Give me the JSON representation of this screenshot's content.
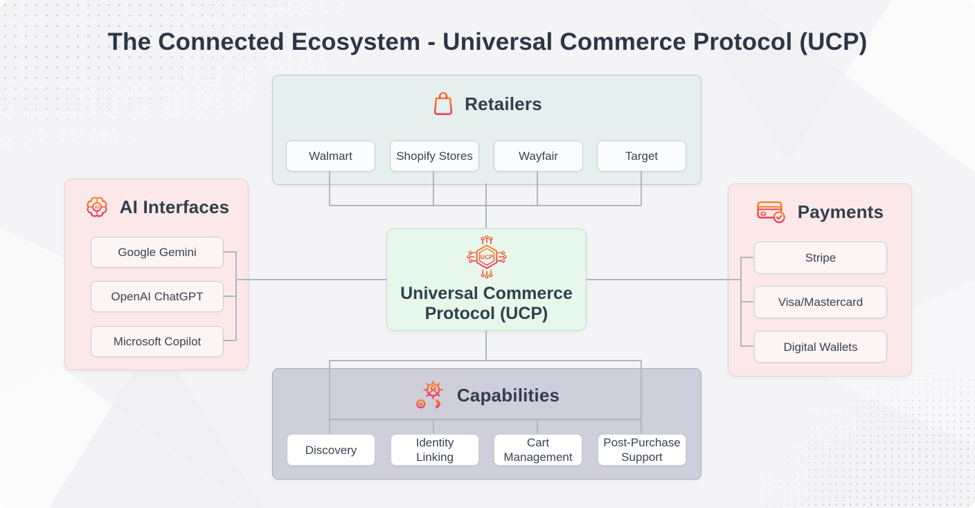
{
  "title": "The Connected Ecosystem - Universal Commerce Protocol (UCP)",
  "center": {
    "label": "Universal Commerce Protocol (UCP)",
    "chip_text": "UCP",
    "icon": "ucp-chip-icon"
  },
  "groups": {
    "retailers": {
      "label": "Retailers",
      "icon": "shopping-bag-icon",
      "items": [
        "Walmart",
        "Shopify Stores",
        "Wayfair",
        "Target"
      ]
    },
    "ai_interfaces": {
      "label": "AI Interfaces",
      "icon": "ai-brain-icon",
      "items": [
        "Google Gemini",
        "OpenAI ChatGPT",
        "Microsoft Copilot"
      ]
    },
    "payments": {
      "label": "Payments",
      "icon": "credit-card-icon",
      "items": [
        "Stripe",
        "Visa/Mastercard",
        "Digital Wallets"
      ]
    },
    "capabilities": {
      "label": "Capabilities",
      "icon": "gear-wrench-icon",
      "items": [
        "Discovery",
        "Identity\nLinking",
        "Cart\nManagement",
        "Post-Purchase\nSupport"
      ]
    }
  },
  "colors": {
    "accent_gradient_start": "#f9821e",
    "accent_gradient_end": "#ee3158",
    "canvas_bg": "#f4f4f6",
    "retailers_bg": "#e5efed",
    "capabilities_bg": "#cfcedb",
    "ai_bg": "#fbe9e9",
    "payments_bg": "#fbe9e9",
    "ucp_bg": "#e8f7ec",
    "connector": "#aeb6c0",
    "title_text": "#2b3747"
  }
}
